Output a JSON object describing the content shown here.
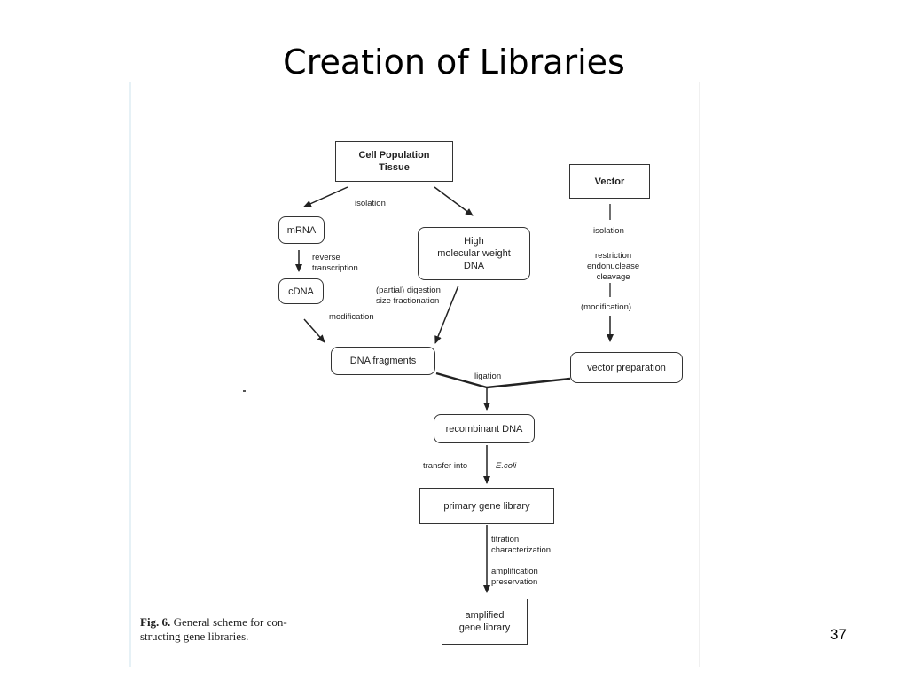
{
  "slide": {
    "title": "Creation of Libraries",
    "page_number": "37"
  },
  "figure": {
    "caption_prefix": "Fig. 6.",
    "caption_text": "General scheme for con-structing gene libraries.",
    "nodes": {
      "cell_population": "Cell Population\nTissue",
      "vector": "Vector",
      "mrna": "mRNA",
      "high_mw_dna": "High\nmolecular weight\nDNA",
      "cdna": "cDNA",
      "dna_fragments": "DNA fragments",
      "vector_preparation": "vector preparation",
      "recombinant_dna": "recombinant DNA",
      "primary_library": "primary gene library",
      "amplified_library": "amplified\ngene library"
    },
    "labels": {
      "isolation_left": "isolation",
      "reverse_transcription": "reverse\ntranscription",
      "partial_digestion": "(partial) digestion\nsize fractionation",
      "modification": "modification",
      "isolation_right": "isolation",
      "restriction": "restriction\nendonuclease\ncleavage",
      "modification_paren": "(modification)",
      "ligation": "ligation",
      "transfer_into": "transfer into",
      "ecoli": "E.coli",
      "titration": "titration\ncharacterization",
      "amplification": "amplification\npreservation"
    }
  }
}
